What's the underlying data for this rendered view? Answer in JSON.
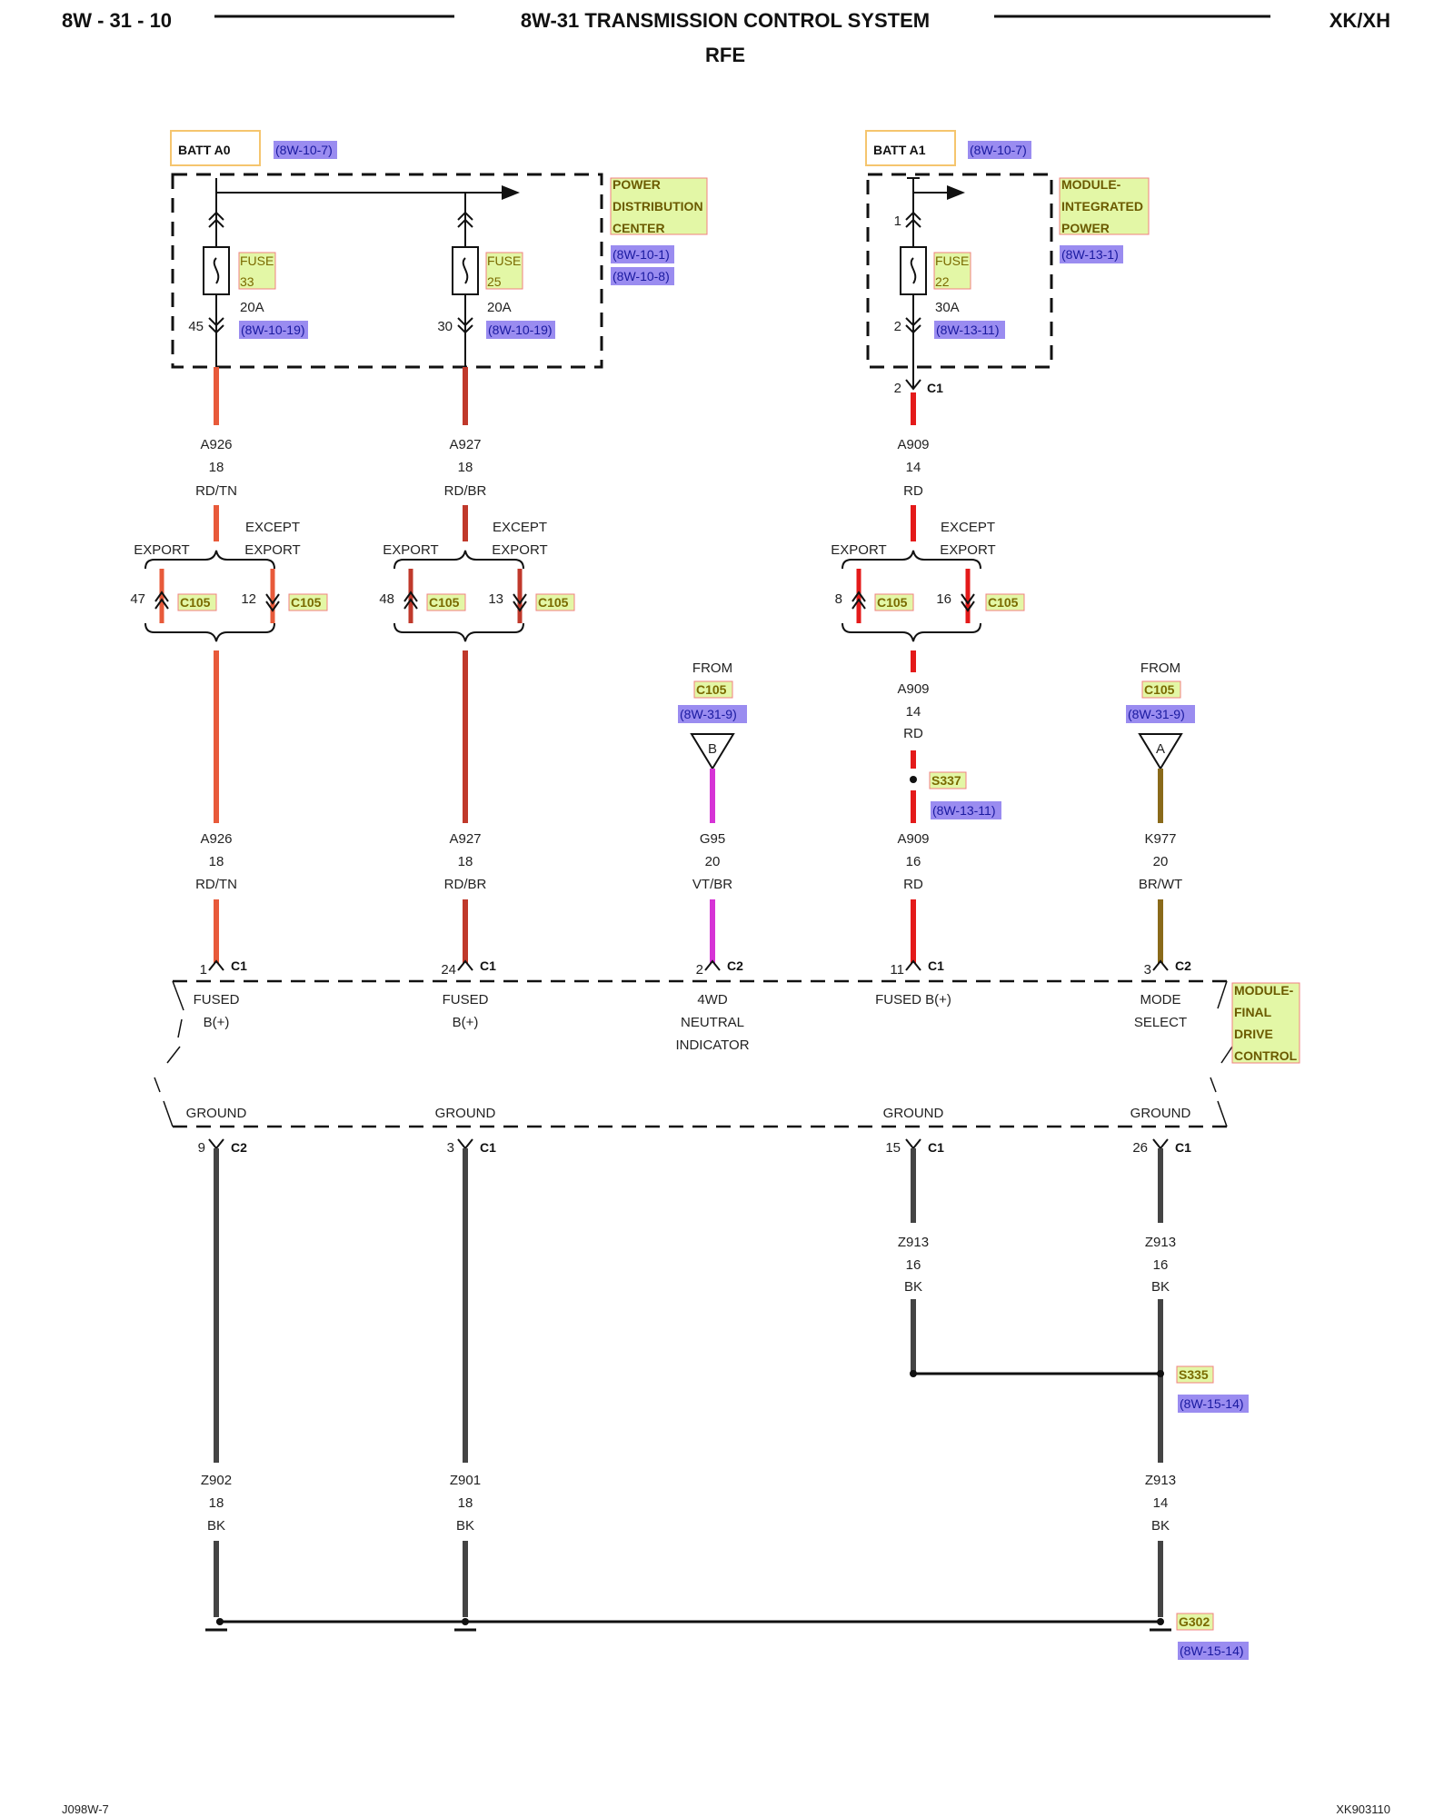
{
  "header": {
    "page_id": "8W - 31 - 10",
    "title": "8W-31 TRANSMISSION CONTROL SYSTEM",
    "subtitle": "RFE",
    "model": "XK/XH"
  },
  "footer": {
    "left": "J098W-7",
    "right": "XK903110"
  },
  "colors": {
    "red": "#e41a1a",
    "red_tan": "#e85a3a",
    "red_brown": "#c0392b",
    "violet_brown": "#d633d6",
    "brown_white": "#8a6a1a",
    "black": "#444444",
    "link_bg": "#9a8cf0",
    "label_bg": "#e3f7a6",
    "label_border": "#f08080",
    "batt_border": "#f5c56e"
  },
  "batt": [
    {
      "label": "BATT A0",
      "ref": "(8W-10-7)"
    },
    {
      "label": "BATT A1",
      "ref": "(8W-10-7)"
    }
  ],
  "pdc": {
    "name": [
      "POWER",
      "DISTRIBUTION",
      "CENTER"
    ],
    "refs": [
      "(8W-10-1)",
      "(8W-10-8)"
    ]
  },
  "mip": {
    "name": [
      "MODULE-",
      "INTEGRATED",
      "POWER"
    ],
    "refs": [
      "(8W-13-1)"
    ]
  },
  "fuses": [
    {
      "word": "FUSE",
      "num": "33",
      "amps": "20A",
      "pin": "45",
      "ref": "(8W-10-19)"
    },
    {
      "word": "FUSE",
      "num": "25",
      "amps": "20A",
      "pin": "30",
      "ref": "(8W-10-19)"
    },
    {
      "word": "FUSE",
      "num": "22",
      "amps": "30A",
      "pin_top": "1",
      "pin": "2",
      "ref": "(8W-13-11)"
    }
  ],
  "mip_conn": {
    "pin": "2",
    "conn": "C1"
  },
  "upper_wires": [
    {
      "circuit": "A926",
      "gauge": "18",
      "color": "RD/TN"
    },
    {
      "circuit": "A927",
      "gauge": "18",
      "color": "RD/BR"
    },
    {
      "circuit": "A909",
      "gauge": "14",
      "color": "RD"
    }
  ],
  "splits": [
    {
      "left_label": "EXPORT",
      "right_label": [
        "EXCEPT",
        "EXPORT"
      ],
      "left_pin": "47",
      "right_pin": "12",
      "conn": "C105"
    },
    {
      "left_label": "EXPORT",
      "right_label": [
        "EXCEPT",
        "EXPORT"
      ],
      "left_pin": "48",
      "right_pin": "13",
      "conn": "C105"
    },
    {
      "left_label": "EXPORT",
      "right_label": [
        "EXCEPT",
        "EXPORT"
      ],
      "left_pin": "8",
      "right_pin": "16",
      "conn": "C105"
    }
  ],
  "a909_mid": {
    "circuit": "A909",
    "gauge": "14",
    "color": "RD"
  },
  "splice_s337": {
    "id": "S337",
    "ref": "(8W-13-11)"
  },
  "from_b": {
    "from": "FROM",
    "conn": "C105",
    "ref": "(8W-31-9)",
    "letter": "B"
  },
  "from_a": {
    "from": "FROM",
    "conn": "C105",
    "ref": "(8W-31-9)",
    "letter": "A"
  },
  "lower_wires": [
    {
      "circuit": "A926",
      "gauge": "18",
      "color": "RD/TN"
    },
    {
      "circuit": "A927",
      "gauge": "18",
      "color": "RD/BR"
    },
    {
      "circuit": "G95",
      "gauge": "20",
      "color": "VT/BR"
    },
    {
      "circuit": "A909",
      "gauge": "16",
      "color": "RD"
    },
    {
      "circuit": "K977",
      "gauge": "20",
      "color": "BR/WT"
    }
  ],
  "fdcm": {
    "name": [
      "MODULE-",
      "FINAL",
      "DRIVE",
      "CONTROL"
    ],
    "inputs": [
      {
        "pin": "1",
        "conn": "C1",
        "func": [
          "FUSED",
          "B(+)"
        ]
      },
      {
        "pin": "24",
        "conn": "C1",
        "func": [
          "FUSED",
          "B(+)"
        ]
      },
      {
        "pin": "2",
        "conn": "C2",
        "func": [
          "4WD",
          "NEUTRAL",
          "INDICATOR"
        ]
      },
      {
        "pin": "11",
        "conn": "C1",
        "func": [
          "FUSED B(+)"
        ]
      },
      {
        "pin": "3",
        "conn": "C2",
        "func": [
          "MODE",
          "SELECT"
        ]
      }
    ],
    "grounds": [
      {
        "label": "GROUND",
        "pin": "9",
        "conn": "C2"
      },
      {
        "label": "GROUND",
        "pin": "3",
        "conn": "C1"
      },
      {
        "label": "GROUND",
        "pin": "15",
        "conn": "C1"
      },
      {
        "label": "GROUND",
        "pin": "26",
        "conn": "C1"
      }
    ]
  },
  "ground_wires_mid": [
    {
      "circuit": "Z913",
      "gauge": "16",
      "color": "BK"
    },
    {
      "circuit": "Z913",
      "gauge": "16",
      "color": "BK"
    }
  ],
  "splice_s335": {
    "id": "S335",
    "ref": "(8W-15-14)"
  },
  "ground_wires_low": [
    {
      "circuit": "Z902",
      "gauge": "18",
      "color": "BK"
    },
    {
      "circuit": "Z901",
      "gauge": "18",
      "color": "BK"
    },
    {
      "circuit": "Z913",
      "gauge": "14",
      "color": "BK"
    }
  ],
  "ground_g302": {
    "id": "G302",
    "ref": "(8W-15-14)"
  }
}
